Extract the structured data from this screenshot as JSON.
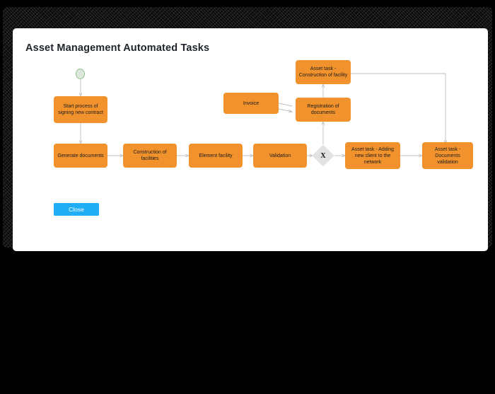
{
  "dialog": {
    "title": "Asset Management Automated Tasks",
    "close_label": "Close"
  },
  "diagram": {
    "start_event": {
      "name": "start-event",
      "label": ""
    },
    "gateway": {
      "label": "X",
      "type": "exclusive-gateway"
    },
    "nodes": [
      {
        "id": "start-process",
        "label": "Start process of signing new contract"
      },
      {
        "id": "generate-documents",
        "label": "Generate documents"
      },
      {
        "id": "construction",
        "label": "Construction of facilities"
      },
      {
        "id": "element-facility",
        "label": "Element facility"
      },
      {
        "id": "validation",
        "label": "Validation"
      },
      {
        "id": "adding-client",
        "label": "Asset task - Adding new client to the network"
      },
      {
        "id": "documents-validation",
        "label": "Asset task - Documents validation"
      },
      {
        "id": "invoice",
        "label": "Invoice"
      },
      {
        "id": "registration",
        "label": "Registration of documents"
      },
      {
        "id": "construction-task",
        "label": "Asset task - Construction of facility"
      }
    ],
    "colors": {
      "task_fill": "#F2922D",
      "gateway_fill": "#E2E2E2",
      "start_fill": "#DCE8DC",
      "start_stroke": "#8FBF8F",
      "edge": "#BFBFBF",
      "button": "#1FADF5"
    }
  }
}
